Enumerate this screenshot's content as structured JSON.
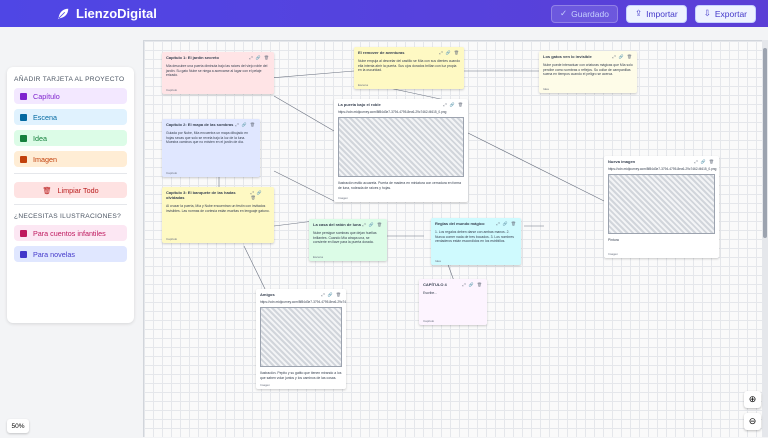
{
  "app": {
    "title": "LienzoDigital"
  },
  "header": {
    "saved": "Guardado",
    "import": "Importar",
    "export": "Exportar"
  },
  "sidebar": {
    "add_heading": "AÑADIR TARJETA AL PROYECTO",
    "add_items": [
      {
        "label": "Capítulo",
        "bg": "#f3e8ff",
        "fg": "#7e22ce"
      },
      {
        "label": "Escena",
        "bg": "#e0f2fe",
        "fg": "#0369a1"
      },
      {
        "label": "Idea",
        "bg": "#dcfce7",
        "fg": "#15803d"
      },
      {
        "label": "Imagen",
        "bg": "#ffedd5",
        "fg": "#c2410c"
      }
    ],
    "clear": "Limpiar Todo",
    "ill_heading": "¿NECESITAS ILUSTRACIONES?",
    "ill_items": [
      {
        "label": "Para cuentos infantiles",
        "bg": "#fce7f3",
        "fg": "#be185d"
      },
      {
        "label": "Para novelas",
        "bg": "#e0e7ff",
        "fg": "#4338ca"
      }
    ]
  },
  "cards": [
    {
      "title": "Capítulo 1: El jardín secreto",
      "body": "Mia descubre una puerta diminuta bajo las raíces del viejo roble del jardín. Su gato Nube se niega a acercarse al lugar con el pelaje erizado.",
      "foot": "Capítulo",
      "bg": "#ffe4e6"
    },
    {
      "title": "El remover de aventuras",
      "body": "Nube empuja al desvelar del castillo se Mía con sus dientes cuando ella intenta abrir la puerta. Sus ojos dorados brillan con luz propia en la oscuridad.",
      "foot": "Escena",
      "bg": "#fef9c3"
    },
    {
      "title": "Los gatos ven lo invisible",
      "body": "Nube puede interactuar con criaturas mágicas que Mía solo percibe como sombras o reflejos. Su collar de campanillas suena en tiempos cuando el peligro se acerca.",
      "foot": "Idea",
      "bg": "#fefce8"
    },
    {
      "title": "Capítulo 2: El mapa de las sombras",
      "body": "Guiada por Nube, Mía encuentra un mapa dibujado en hojas secas que solo se revela bajo la luz de la luna. Muestra caminos que no existen en el jardín de día.",
      "foot": "Capítulo",
      "bg": "#e0e7ff"
    },
    {
      "title": "La puerta bajo el roble",
      "url": "https://cdn.midjourney.com/8f84d3e7-3794-4795-8ec6-29c7462-f4615_0.png",
      "body": "Ilustración estilo acuarela. Puerta de madera en miniatura con cerradura en forma de luna, rodeada de raíces y hojas.",
      "foot": "Imagen",
      "bg": "#ffffff"
    },
    {
      "title": "Nueva imagen",
      "url": "https://cdn.midjourney.com/8f84d3e7-3794-4795-8ec6-29c7462-f4615_0.png",
      "body": "Pintura",
      "foot": "Imagen",
      "bg": "#ffffff"
    },
    {
      "title": "Capítulo 3: El banquete de las hadas olvidadas",
      "body": "Al cruzar la puerta, Mía y Nube encuentran un festín con invitados invisibles. Las normas de cortesía están escritas en lenguaje gatuno.",
      "foot": "Capítulo",
      "bg": "#fef9c3"
    },
    {
      "title": "La casa del ratón de luna",
      "body": "Nube persigue sombras que dejan huellas brillantes. Cuando Mía atrapa una, se convierte en llave para la puerta dorada.",
      "foot": "Escena",
      "bg": "#dcfce7"
    },
    {
      "title": "Reglas del mundo mágico",
      "body": "1. Los regalos deben darse con ambas manos. 2. Nunca comer nada de tres bocados. 3. Los nombres verdaderos están escondidos en los estribillos.",
      "foot": "Idea",
      "bg": "#cffafe"
    },
    {
      "title": "CAPÍTULO 4",
      "body": "Escribe...",
      "foot": "Capítulo",
      "bg": "#fdf4ff"
    },
    {
      "title": "Amigos",
      "url": "https://cdn.midjourney.com/8f84d3e7-3794-4795-8ec6-29c7462-f4615_0.png",
      "body": "Ilustración. Pepito y su gatito que tienen mirando a los que saben volar juntos y los caminos de las cosas.",
      "foot": "Imagen",
      "bg": "#ffffff"
    }
  ],
  "zoom": {
    "level": "50%"
  }
}
